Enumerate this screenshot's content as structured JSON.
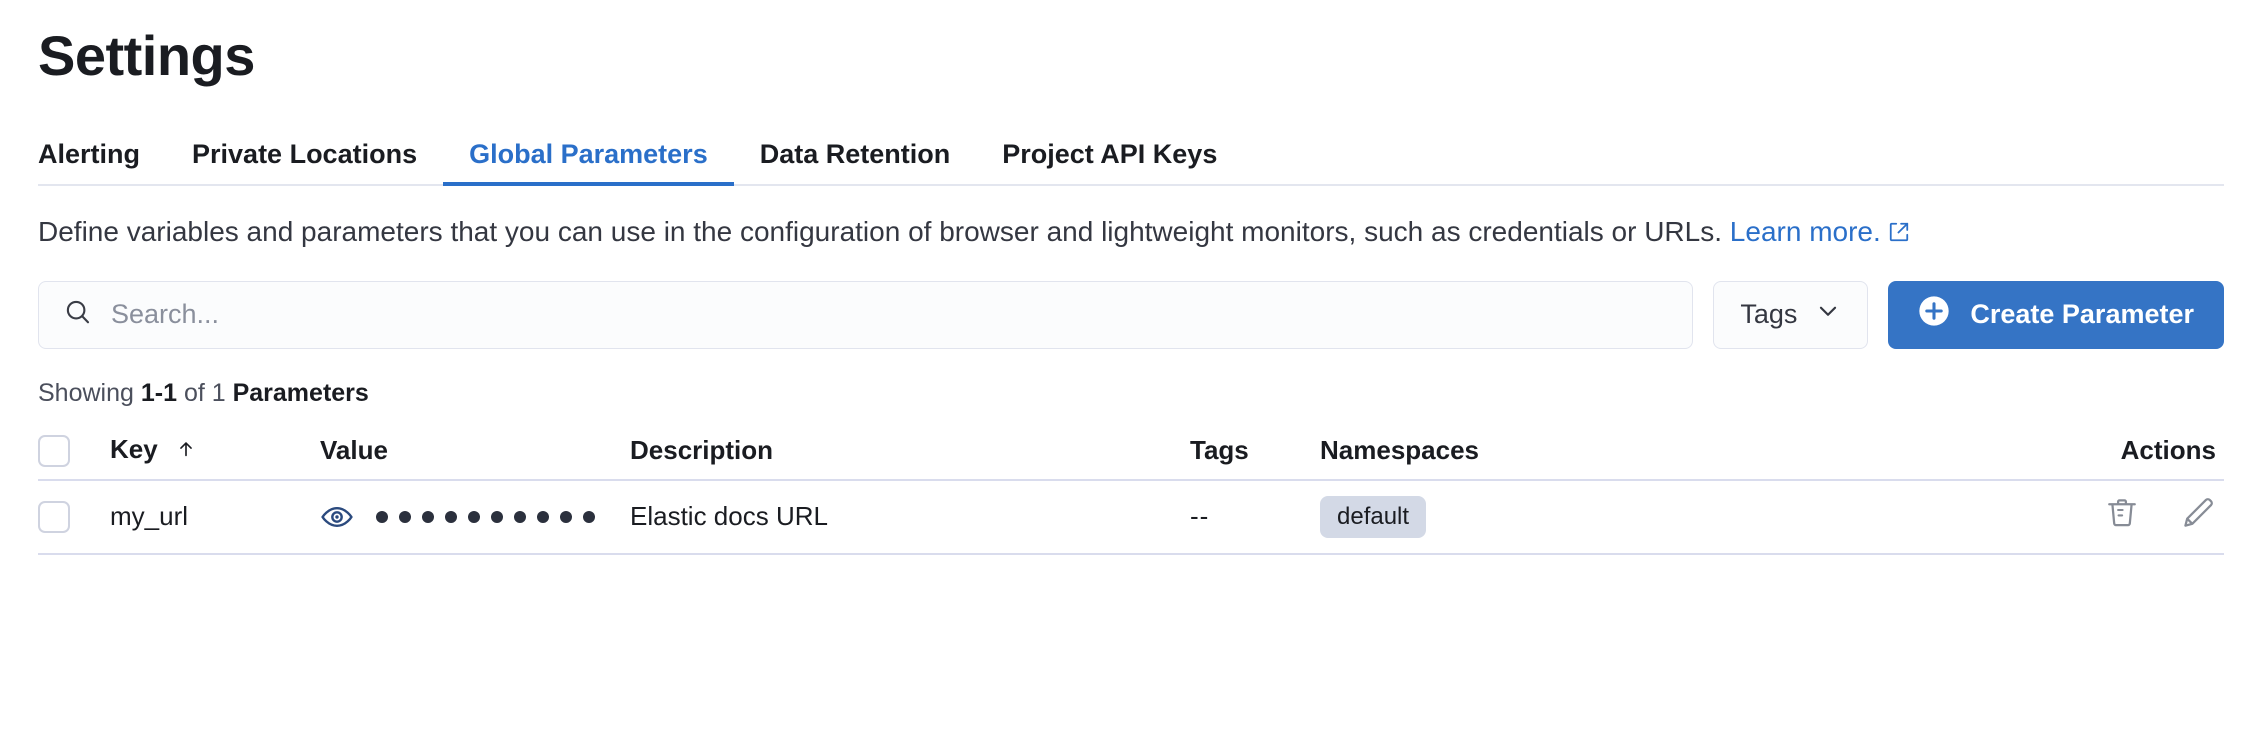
{
  "header": {
    "title": "Settings"
  },
  "tabs": [
    {
      "label": "Alerting",
      "active": false
    },
    {
      "label": "Private Locations",
      "active": false
    },
    {
      "label": "Global Parameters",
      "active": true
    },
    {
      "label": "Data Retention",
      "active": false
    },
    {
      "label": "Project API Keys",
      "active": false
    }
  ],
  "description": {
    "text": "Define variables and parameters that you can use in the configuration of browser and lightweight monitors, such as credentials or URLs.",
    "link_label": "Learn more.",
    "link_icon": "external-link-icon"
  },
  "controls": {
    "search_placeholder": "Search...",
    "search_value": "",
    "search_icon": "search-icon",
    "tags_label": "Tags",
    "tags_icon": "chevron-down-icon",
    "create_label": "Create Parameter",
    "create_icon": "plus-circle-icon"
  },
  "results": {
    "prefix": "Showing ",
    "range": "1-1",
    "middle": " of 1 ",
    "noun": "Parameters"
  },
  "table": {
    "columns": [
      {
        "key": "select",
        "label": ""
      },
      {
        "key": "key",
        "label": "Key",
        "sorted": "asc",
        "sort_icon": "arrow-up-icon"
      },
      {
        "key": "value",
        "label": "Value"
      },
      {
        "key": "description",
        "label": "Description"
      },
      {
        "key": "tags",
        "label": "Tags"
      },
      {
        "key": "namespaces",
        "label": "Namespaces"
      },
      {
        "key": "actions",
        "label": "Actions"
      }
    ],
    "rows": [
      {
        "selected": false,
        "key": "my_url",
        "value_masked": "••••••••••",
        "value_dots": 10,
        "value_toggle_icon": "eye-icon",
        "description": "Elastic docs URL",
        "tags": "--",
        "namespaces": [
          "default"
        ],
        "actions": [
          "trash-icon",
          "pencil-icon"
        ]
      }
    ]
  },
  "colors": {
    "accent": "#3574c5",
    "tab_active": "#2a6fc9",
    "link": "#2a6fc9",
    "text": "#1a1c21",
    "border": "#d9dced",
    "badge_bg": "#d3d9e6",
    "eye_icon": "#2b4a7e",
    "action_icon": "#878c96"
  }
}
